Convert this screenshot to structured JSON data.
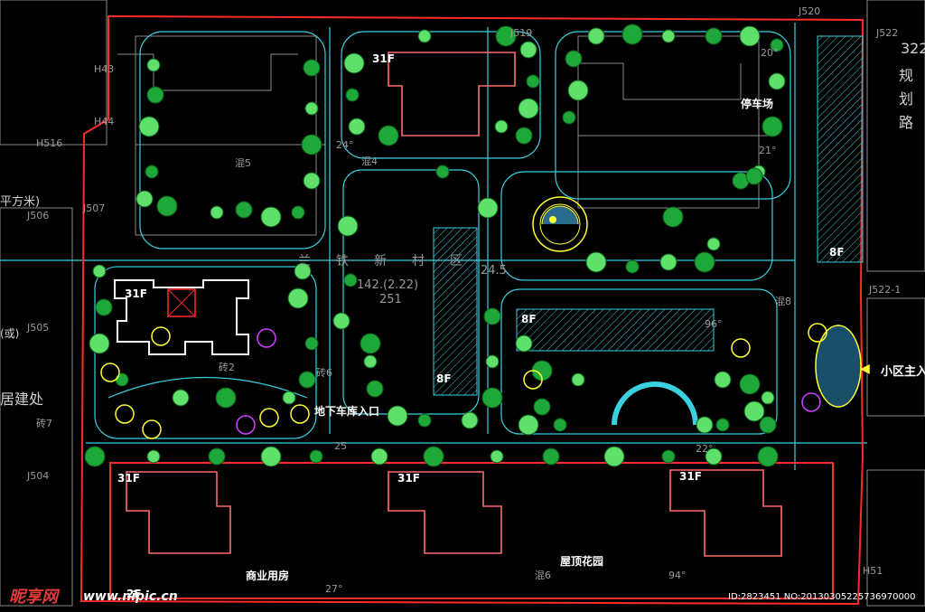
{
  "floors": {
    "f31": "31F",
    "f8": "8F"
  },
  "zone": {
    "parking": "停车场",
    "garage_entry": "地下车库入口",
    "commercial": "商业用房",
    "roof_garden": "屋顶花园",
    "main_entry": "小区主入",
    "two_f": "2F"
  },
  "misc": {
    "road_a": "规",
    "road_b": "划",
    "road_c": "路",
    "road_num": "322",
    "area_unit": "平方米)",
    "building_office": "居建处",
    "street_frag": "兰铁新村区",
    "dims": "142.(2.22)",
    "dims2": "251",
    "dims3": "24.5",
    "gl": "(或)"
  },
  "codes": [
    "H43",
    "H44",
    "H516",
    "J506",
    "J507",
    "J505",
    "J504",
    "J520",
    "J522-1",
    "H51",
    "J522",
    "J519",
    "混5",
    "混4",
    "混6",
    "砖2",
    "砖6",
    "砖7",
    "混8",
    "24°",
    "20°",
    "21°",
    "25",
    "22°",
    "27°",
    "94°",
    "96°"
  ],
  "watermark": {
    "logo": "昵享网",
    "site": "www.nipic.cn",
    "id": "ID:2823451 NO:20130305225736970000"
  },
  "colors": {
    "boundary": "#ff2a2a",
    "cyan": "#39d0e0",
    "grey": "#8a8a8a",
    "tree": "#1fa83a",
    "tree_light": "#5fe06a",
    "building": "#ff6b6b",
    "yellow": "#ffff33",
    "magenta": "#d040ff",
    "white": "#ffffff"
  }
}
